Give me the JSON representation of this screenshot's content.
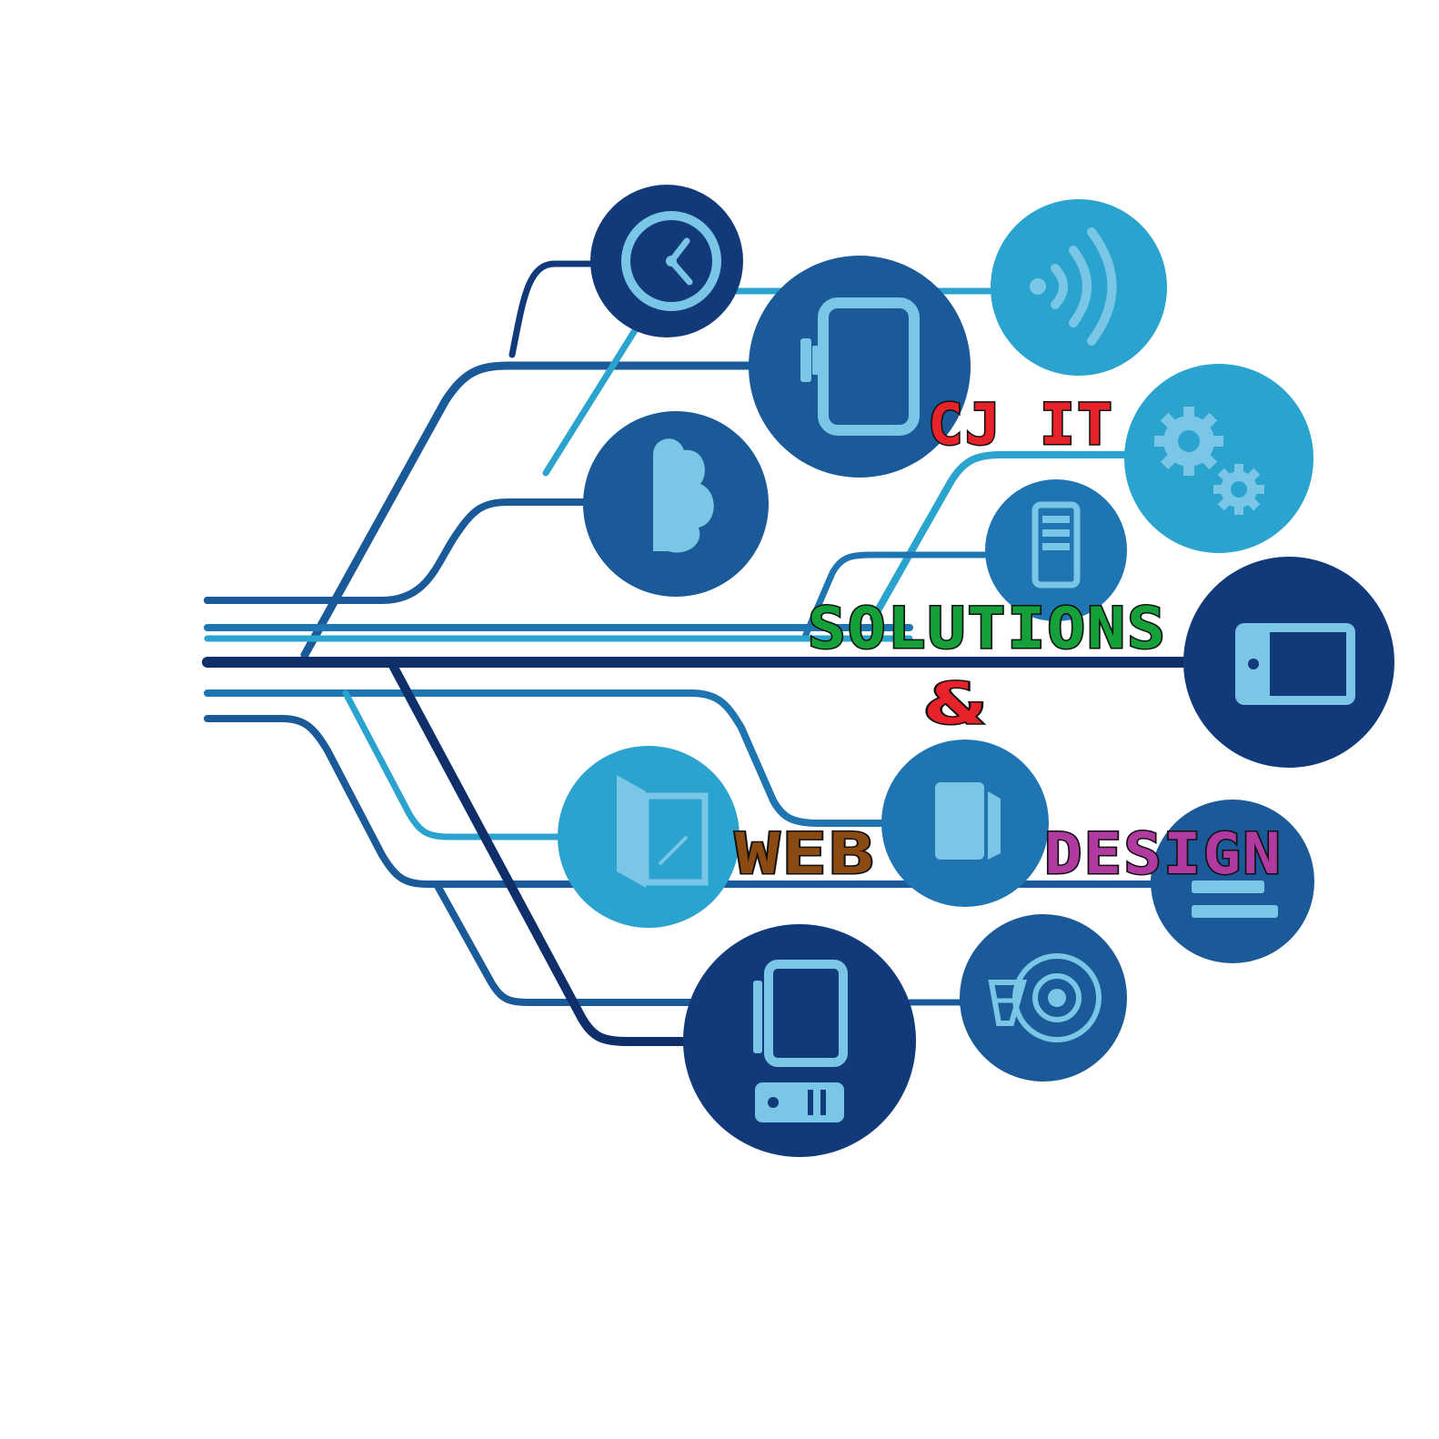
{
  "logo": {
    "line1": "CJ IT",
    "line2": "SOLUTIONS",
    "line3": "&",
    "line4a": "WEB",
    "line4b": "DESIGN"
  },
  "colors": {
    "background": "#ffffff",
    "navy": "#0f2f6b",
    "blue": "#1a5a99",
    "mid_blue": "#1f74b2",
    "cyan": "#2aa3cf",
    "icon_light": "#79c6e6",
    "text_red": "#e8222a",
    "text_green": "#15a03a",
    "text_brown": "#8b4a12",
    "text_magenta": "#b03aa0"
  },
  "icons": [
    "clock-icon",
    "tablet-icon",
    "wifi-icon",
    "cloud-icon",
    "gears-icon",
    "server-icon",
    "tablet-landscape-icon",
    "ebook-icon",
    "folder-icon",
    "document-icon",
    "desktop-computer-icon",
    "antenna-icon"
  ]
}
